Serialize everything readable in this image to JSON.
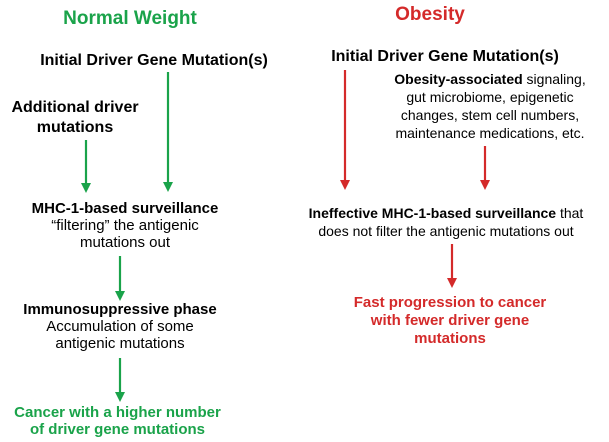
{
  "colors": {
    "green": "#1aa34a",
    "red": "#d42a2a"
  },
  "left": {
    "heading": "Normal Weight",
    "initial": "Initial Driver Gene Mutation(s)",
    "additional_line1": "Additional driver",
    "additional_line2": "mutations",
    "mhc_title": "MHC-1-based surveillance",
    "mhc_line2": "“filtering” the antigenic",
    "mhc_line3": "mutations out",
    "immuno_title": "Immunosuppressive phase",
    "immuno_line2": "Accumulation of some",
    "immuno_line3": "antigenic mutations",
    "outcome_line1": "Cancer with a higher number",
    "outcome_line2": "of driver gene mutations"
  },
  "right": {
    "heading": "Obesity",
    "initial": "Initial Driver Gene Mutation(s)",
    "factors_bold": "Obesity-associated",
    "factors_rest": " signaling,",
    "factors_line2": "gut microbiome, epigenetic",
    "factors_line3": "changes, stem cell numbers,",
    "factors_line4": "maintenance medications, etc.",
    "mhc_bold": "Ineffective MHC-1-based surveillance",
    "mhc_rest": " that",
    "mhc_line2": "does not filter the antigenic mutations out",
    "outcome_line1": "Fast progression to cancer",
    "outcome_line2": "with fewer driver gene",
    "outcome_line3": "mutations"
  }
}
